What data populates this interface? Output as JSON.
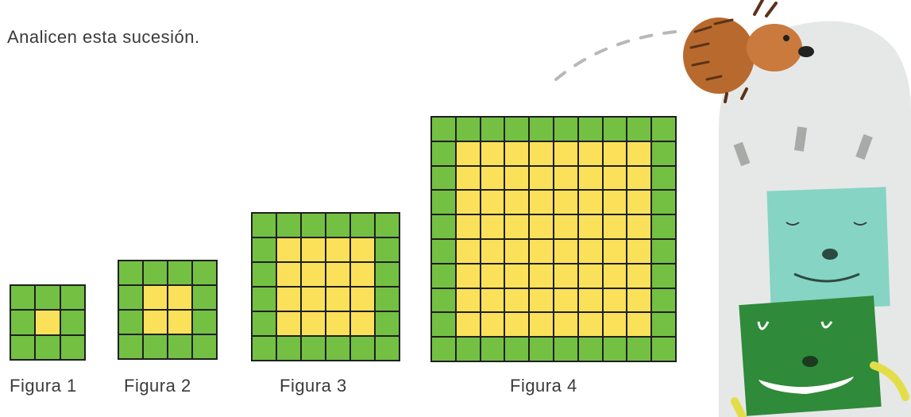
{
  "instruction": "Analicen esta sucesión.",
  "figures": [
    {
      "label": "Figura 1",
      "size": 3
    },
    {
      "label": "Figura 2",
      "size": 4
    },
    {
      "label": "Figura 3",
      "size": 6
    },
    {
      "label": "Figura 4",
      "size": 10
    }
  ],
  "colors": {
    "border": "#74c043",
    "inner": "#fbe15a",
    "lines": "#1f1f1f",
    "bg_shape": "#e6e8e8",
    "teal_character": "#86d4c4",
    "green_character": "#2f8a3a",
    "hedgehog": "#b86a2e"
  },
  "icons": [
    "hedgehog-character",
    "teal-square-character",
    "green-square-character"
  ]
}
